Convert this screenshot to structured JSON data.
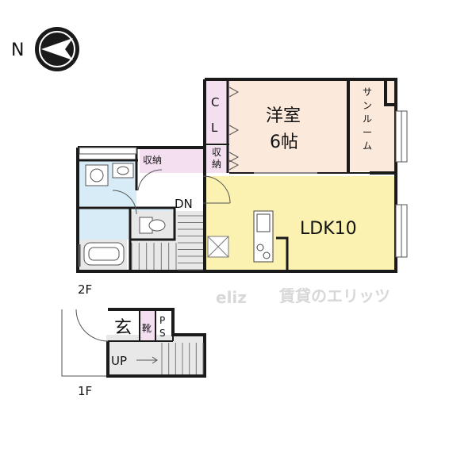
{
  "compass": {
    "label": "N"
  },
  "floors": {
    "second": "2F",
    "first": "1F"
  },
  "rooms": {
    "youshitsu": "洋室",
    "youshitsu_size": "6帖",
    "closet": [
      "C",
      "L"
    ],
    "sunroom": "サンルーム",
    "ldk": "LDK10",
    "storage_left": "収納",
    "storage_right": "収納",
    "down": "DN",
    "entrance": "玄",
    "shoes": "靴",
    "ps": [
      "P",
      "S"
    ],
    "up": "UP"
  },
  "watermark": "賃貸のエリッツ",
  "colors": {
    "youshitsu": "#fbe9dc",
    "sunroom": "#fbe9dc",
    "ldk": "#fbf1b0",
    "storage": "#f3dff0",
    "wet": "#d8ecf7",
    "floor_grey": "#e8e8e8",
    "wall": "#1a1a1a"
  }
}
